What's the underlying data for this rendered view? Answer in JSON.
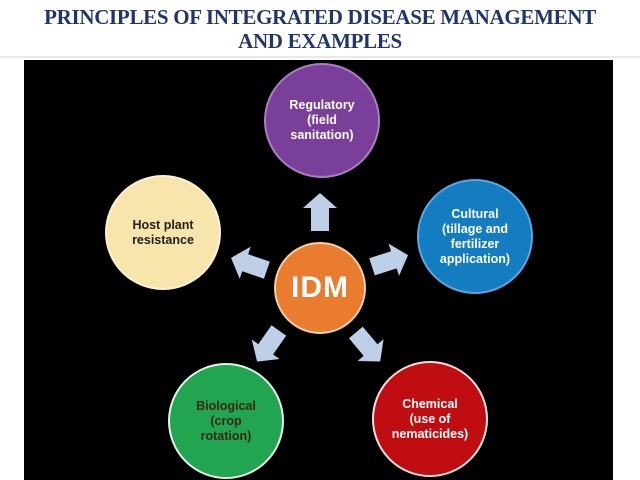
{
  "slide": {
    "page_background": "#ffffff",
    "title": {
      "line1": "PRINCIPLES OF INTEGRATED DISEASE MANAGEMENT",
      "line2": "AND EXAMPLES",
      "color": "#21356b"
    }
  },
  "diagram": {
    "type": "radial-cycle",
    "panel_background": "#000000",
    "arrow_color": "#bdd0e7",
    "center": {
      "id": "idm",
      "label": "IDM",
      "fill": "#e97c2e",
      "border": "#f3cfa4",
      "text_color": "#ffffff"
    },
    "nodes": [
      {
        "id": "regulatory",
        "position": "top",
        "label": "Regulatory\n(field\nsanitation)",
        "fill": "#7a3f99",
        "border": "#a87fc0",
        "text_color": "#ffffff"
      },
      {
        "id": "cultural",
        "position": "right",
        "label": "Cultural\n(tillage and\nfertilizer\napplication)",
        "fill": "#147cc0",
        "border": "#5aa7dd",
        "text_color": "#ffffff"
      },
      {
        "id": "host-plant",
        "position": "left",
        "label": "Host plant\nresistance",
        "fill": "#f7e5ab",
        "border": "#fbf2d2",
        "text_color": "#232020"
      },
      {
        "id": "biological",
        "position": "bottom-left",
        "label": "Biological\n(crop\nrotation)",
        "fill": "#21a550",
        "border": "#e4f2e8",
        "text_color": "#3a2817"
      },
      {
        "id": "chemical",
        "position": "bottom-right",
        "label": "Chemical\n(use of\nnematicides)",
        "fill": "#c00d11",
        "border": "#f3dfdf",
        "text_color": "#ffffff"
      }
    ]
  }
}
